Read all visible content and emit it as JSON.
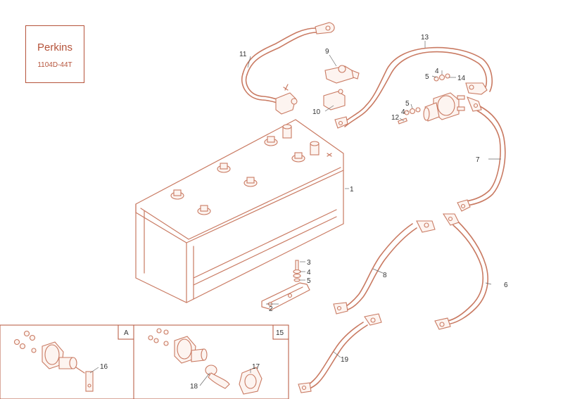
{
  "brand": {
    "name": "Perkins",
    "model": "1104D-44T"
  },
  "insets": [
    {
      "label": "A"
    },
    {
      "label": "15"
    }
  ],
  "callouts": [
    {
      "id": "c1",
      "label": "1"
    },
    {
      "id": "c2",
      "label": "2"
    },
    {
      "id": "c3",
      "label": "3"
    },
    {
      "id": "c4a",
      "label": "4"
    },
    {
      "id": "c5a",
      "label": "5"
    },
    {
      "id": "c6",
      "label": "6"
    },
    {
      "id": "c7",
      "label": "7"
    },
    {
      "id": "c8",
      "label": "8"
    },
    {
      "id": "c9",
      "label": "9"
    },
    {
      "id": "c10",
      "label": "10"
    },
    {
      "id": "c11",
      "label": "11"
    },
    {
      "id": "c12",
      "label": "12"
    },
    {
      "id": "c13",
      "label": "13"
    },
    {
      "id": "c14",
      "label": "14"
    },
    {
      "id": "c4b",
      "label": "4"
    },
    {
      "id": "c5b",
      "label": "5"
    },
    {
      "id": "c4c",
      "label": "4"
    },
    {
      "id": "c5c",
      "label": "5"
    },
    {
      "id": "c16",
      "label": "16"
    },
    {
      "id": "c17",
      "label": "17"
    },
    {
      "id": "c18",
      "label": "18"
    },
    {
      "id": "c19",
      "label": "19"
    }
  ],
  "colors": {
    "line": "#c97a62",
    "frame": "#b5533a",
    "text": "#333333"
  }
}
